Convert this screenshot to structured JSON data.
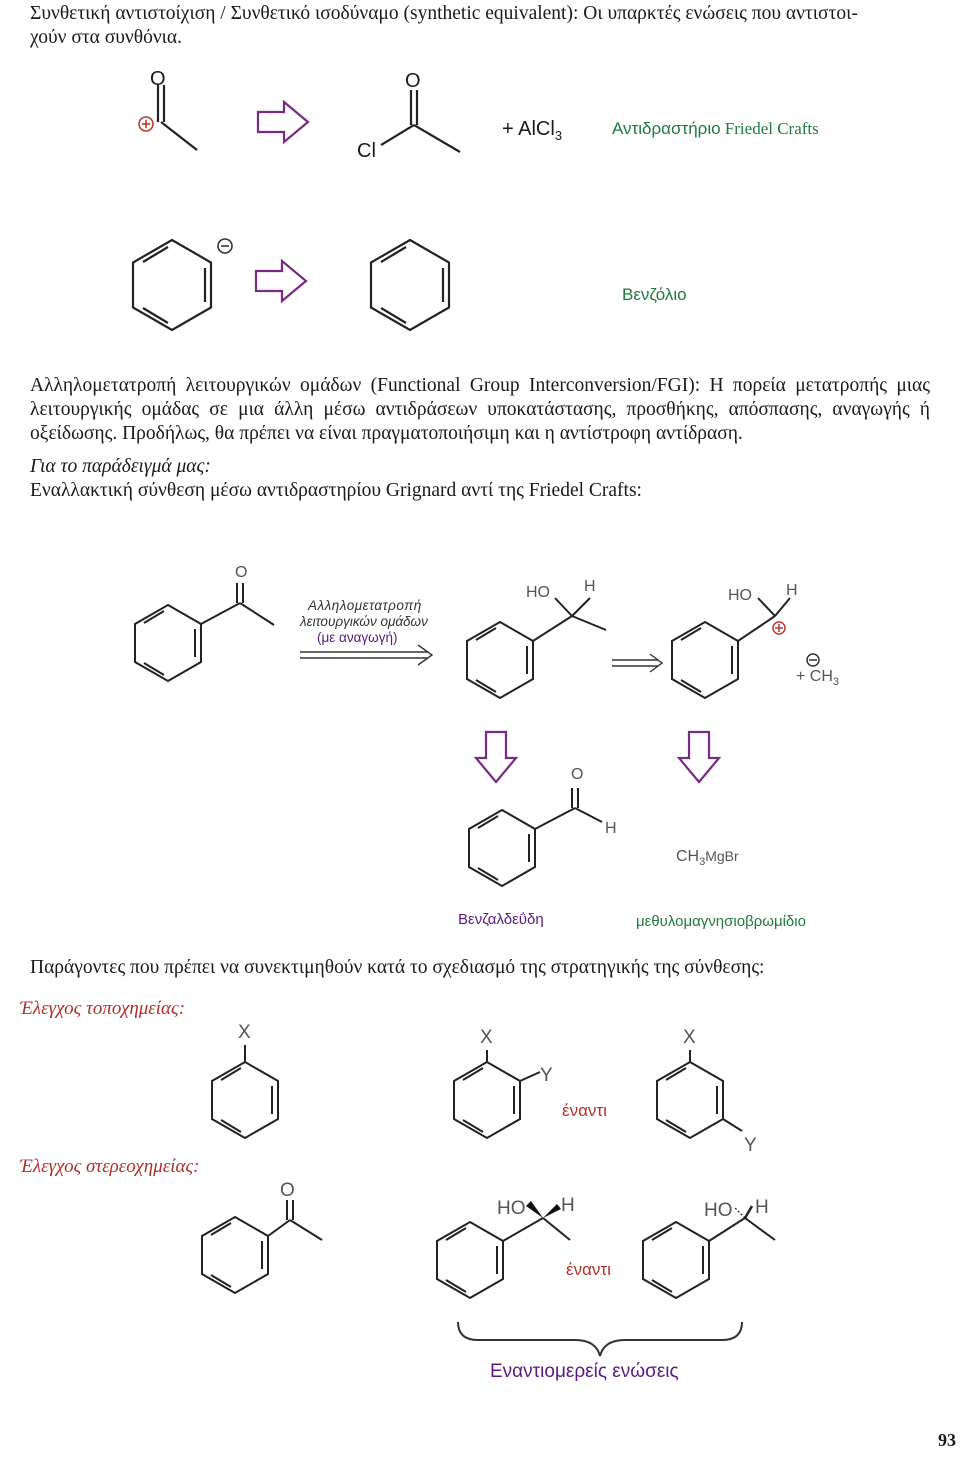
{
  "intro": {
    "line1": "Συνθετική αντιστοίχιση / Συνθετικό ισοδύναμο (synthetic equivalent): Οι υπαρκτές ενώσεις που αντιστοι-",
    "line2": "χούν στα συνθόνια."
  },
  "scheme1": {
    "atom_o": "O",
    "atom_cl": "Cl",
    "plus_charge": "+",
    "minus_charge": "−",
    "reagent_aluminium": "+ AlCl",
    "reagent_subscript": "3",
    "friedel_label": "Αντιδραστήριο",
    "friedel_label_en": "Friedel Crafts",
    "benzene_label": "Βενζόλιο"
  },
  "fgi": {
    "paragraph": "Αλληλομετατροπή λειτουργικών ομάδων (Functional Group Interconversion/FGI): Η πορεία μετατροπής μιας λειτουργικής ομάδας σε μια άλλη μέσω αντιδράσεων υποκατάστασης, προσθήκης, απόσπασης, αναγωγής ή οξείδωσης. Προδήλως, θα πρέπει να είναι πραγματοποιήσιμη και η αντίστροφη αντίδραση.",
    "example_intro": "Για το παράδειγμά μας:",
    "alternative": "Εναλλακτική σύνθεση μέσω αντιδραστηρίου Grignard αντί της Friedel Crafts:"
  },
  "scheme2": {
    "arrow_label_line1": "Αλληλομετατροπή",
    "arrow_label_line2": "λειτουργικών ομάδων",
    "arrow_label_line3": "(με αναγωγή)",
    "atom_o": "O",
    "atom_ho": "HO",
    "atom_h": "H",
    "plus_charge": "+",
    "minus_charge": "−",
    "methyl_anion": "+ CH",
    "methyl_sub": "3",
    "grignard_ch": "CH",
    "grignard_sub": "3",
    "grignard_mgbr": "MgBr",
    "benzaldehyde_label": "Βενζαλδεΰδη",
    "grignard_label": "μεθυλομαγνησιοβρωμίδιο"
  },
  "factors": {
    "heading": "Παράγοντες που πρέπει να συνεκτιμηθούν κατά το σχεδιασμό της στρατηγικής της σύνθεσης:",
    "regio_label": "Έλεγχος τοποχημείας:",
    "stereo_label": "Έλεγχος στερεοχημείας:",
    "atom_x": "X",
    "atom_y": "Y",
    "atom_o": "O",
    "atom_ho": "HO",
    "atom_h": "H",
    "versus": "έναντι",
    "enantiomers_label": "Εναντιομερείς ενώσεις"
  },
  "page_number": "93",
  "colors": {
    "green_label": "#1e7b3c",
    "purple_label": "#5a1a82",
    "red_label": "#b0302a",
    "arrow_outline": "#7a2a86",
    "charge_red": "#c0392b"
  }
}
